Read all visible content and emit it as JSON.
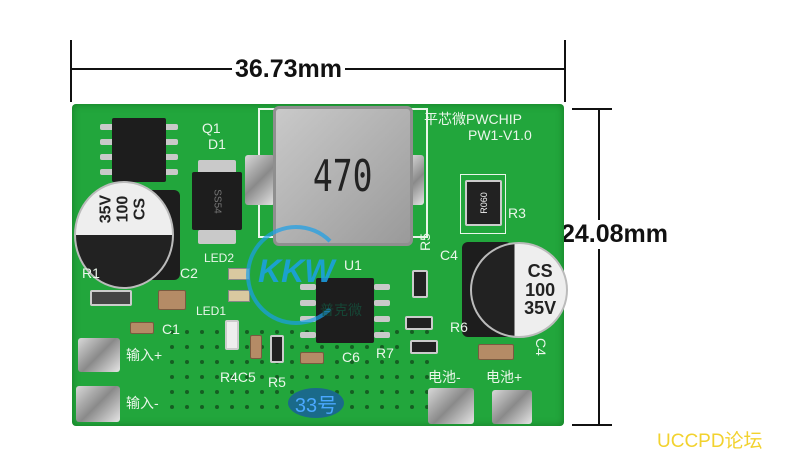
{
  "dimensions": {
    "width_label": "36.73mm",
    "height_label": "24.08mm"
  },
  "board": {
    "brand": "平芯微PWCHIP",
    "version": "PW1-V1.0",
    "inductor_marking": "470",
    "diode_marking": "SS54",
    "shunt_marking": "R060",
    "capacitor_left": [
      "35V",
      "100",
      "CS"
    ],
    "capacitor_right": [
      "CS",
      "100",
      "35V"
    ],
    "labels": {
      "q1": "Q1",
      "d1": "D1",
      "r3": "R3",
      "r5a": "R5",
      "c4a": "C4",
      "u1": "U1",
      "c2": "C2",
      "c1": "C1",
      "c6": "C6",
      "r7": "R7",
      "r4c5": "R4C5",
      "r5b": "R5",
      "c4b": "C4",
      "r1": "R1",
      "r6": "R6",
      "led1": "LED1",
      "led2": "LED2",
      "input_plus": "输入+",
      "input_minus": "输入-",
      "battery_minus": "电池-",
      "battery_plus": "电池+"
    },
    "handwritten_number": "33号"
  },
  "watermark_logo": {
    "text": "KKW",
    "subtext": "普克微",
    "color": "#1aa0e8"
  },
  "watermark_footer": {
    "text": "UCCPD论坛",
    "color": "#f2d22e"
  }
}
